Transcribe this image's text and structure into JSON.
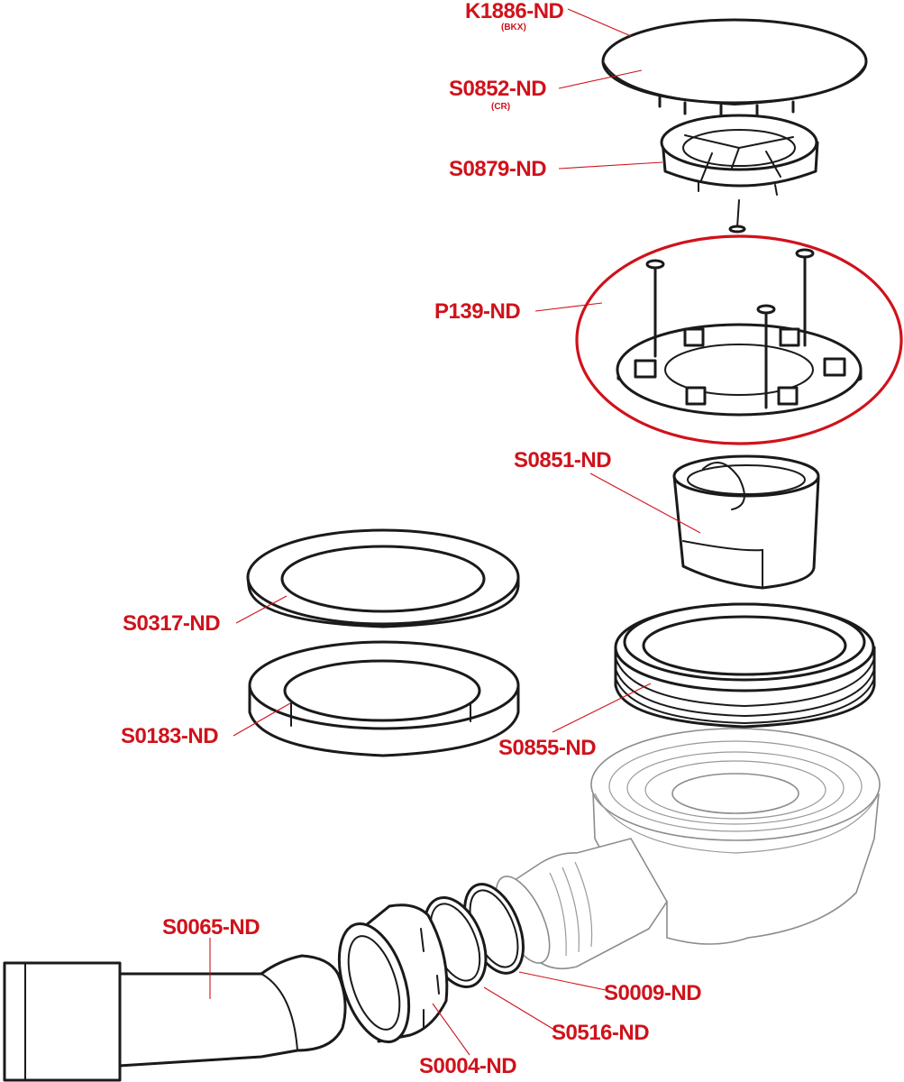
{
  "labels": {
    "k1886": "K1886-ND",
    "k1886_sub": "(BKX)",
    "s0852": "S0852-ND",
    "s0852_sub": "(CR)",
    "s0879": "S0879-ND",
    "p139": "P139-ND",
    "s0851": "S0851-ND",
    "s0317": "S0317-ND",
    "s0183": "S0183-ND",
    "s0855": "S0855-ND",
    "s0065": "S0065-ND",
    "s0009": "S0009-ND",
    "s0516": "S0516-ND",
    "s0004": "S0004-ND"
  },
  "colors": {
    "label": "#d0121b",
    "highlight_ring": "#d0121b",
    "line_art": "#1a1a1a",
    "ghost_body": "#8c8c8c"
  }
}
